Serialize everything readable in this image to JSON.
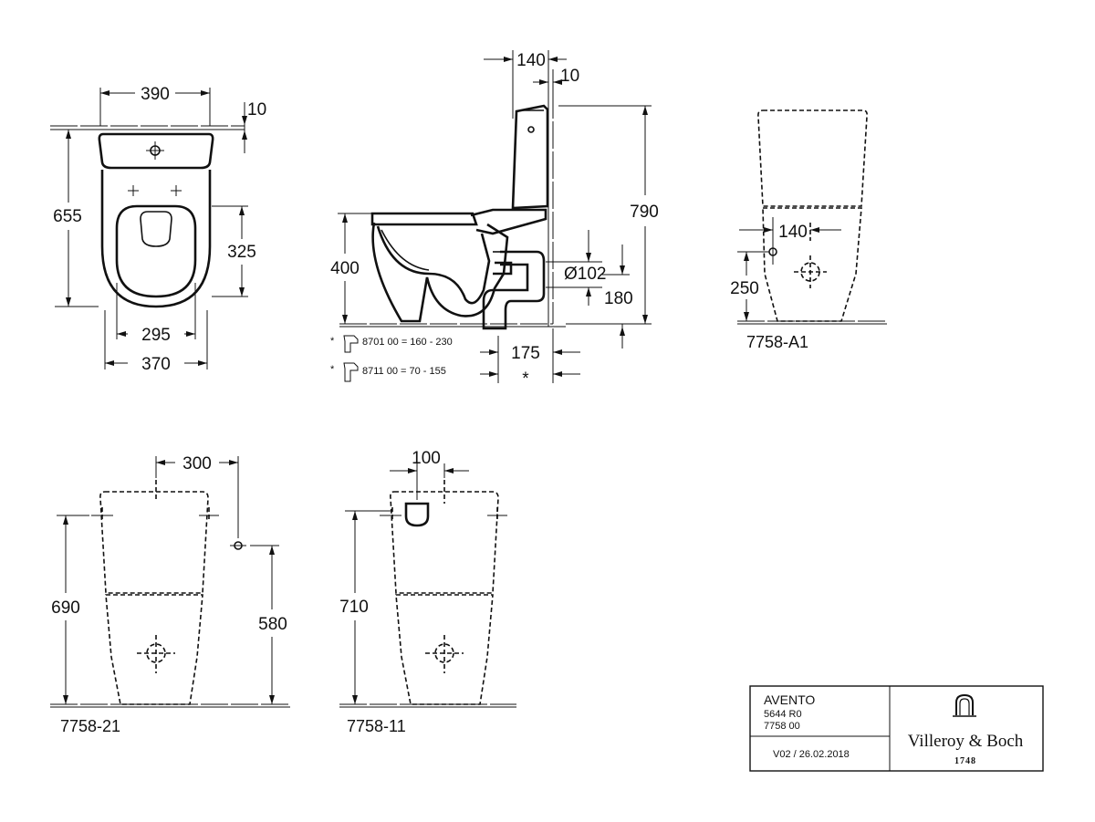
{
  "top_view": {
    "dim_width_390": "390",
    "dim_gap_10": "10",
    "dim_depth_655": "655",
    "dim_325": "325",
    "dim_295": "295",
    "dim_370": "370"
  },
  "side_view": {
    "dim_140": "140",
    "dim_10": "10",
    "dim_790": "790",
    "dim_400": "400",
    "dim_outlet_diameter": "Ø102",
    "dim_180": "180",
    "dim_175": "175",
    "asterisk": "*",
    "note_1_star": "*",
    "note_1_text": "8701 00 = 160 - 230",
    "note_2_star": "*",
    "note_2_text": "8711 00 = 70 -   155"
  },
  "view_a1": {
    "dim_140": "140",
    "dim_250": "250",
    "label": "7758-A1"
  },
  "view_21": {
    "dim_300": "300",
    "dim_690": "690",
    "dim_580": "580",
    "label": "7758-21"
  },
  "view_11": {
    "dim_100": "100",
    "dim_710": "710",
    "label": "7758-11"
  },
  "title_block": {
    "product": "AVENTO",
    "code_1": "5644 R0",
    "code_2": "7758 00",
    "version": "V02 / 26.02.2018",
    "brand": "Villeroy & Boch",
    "year": "1748",
    "logo_icon": "villeroy-boch-arch-logo"
  }
}
